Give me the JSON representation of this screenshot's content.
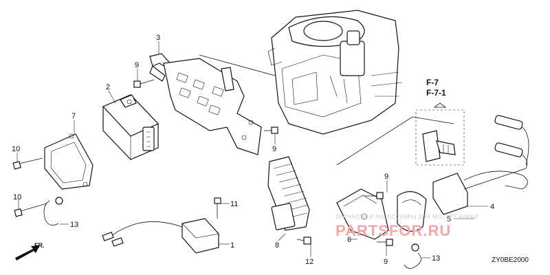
{
  "reference_codes": {
    "primary": "F-7",
    "secondary": "F-7-1"
  },
  "callouts": [
    {
      "id": "c1",
      "label": "1"
    },
    {
      "id": "c2",
      "label": "2"
    },
    {
      "id": "c3",
      "label": "3"
    },
    {
      "id": "c4",
      "label": "4"
    },
    {
      "id": "c5",
      "label": "5"
    },
    {
      "id": "c6",
      "label": "6"
    },
    {
      "id": "c7",
      "label": "7"
    },
    {
      "id": "c8",
      "label": "8"
    },
    {
      "id": "c9a",
      "label": "9"
    },
    {
      "id": "c9b",
      "label": "9"
    },
    {
      "id": "c9c",
      "label": "9"
    },
    {
      "id": "c9d",
      "label": "9"
    },
    {
      "id": "c10a",
      "label": "10"
    },
    {
      "id": "c10b",
      "label": "10"
    },
    {
      "id": "c11",
      "label": "11"
    },
    {
      "id": "c12",
      "label": "12"
    },
    {
      "id": "c13a",
      "label": "13"
    },
    {
      "id": "c13b",
      "label": "13"
    }
  ],
  "direction_label": "FR.",
  "drawing_code": "ZY0BE2000",
  "watermark": {
    "caption": "ЗАПЧАСТИ И АКСЕССУАРЫ ДЛЯ МОТОТЕХНИКИ",
    "brand": "PARTSFOR.RU"
  }
}
